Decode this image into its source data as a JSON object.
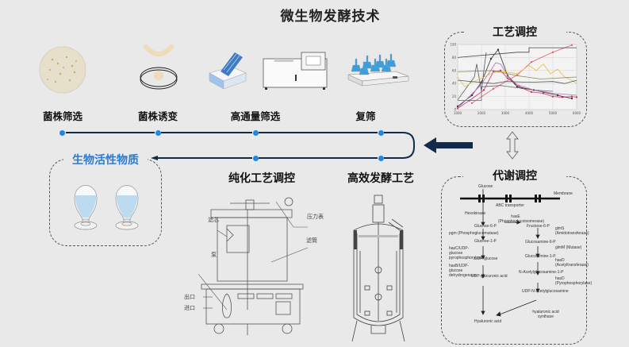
{
  "title": "微生物发酵技术",
  "top_steps": [
    {
      "label": "菌株筛选",
      "icon": "petri-dish-colonies-icon"
    },
    {
      "label": "菌株诱变",
      "icon": "petri-dish-mutation-icon"
    },
    {
      "label": "高通量筛选",
      "icon": "high-throughput-screener-icon"
    },
    {
      "label": "复筛",
      "icon": "shaker-flasks-icon"
    }
  ],
  "bottom_steps": [
    {
      "label": "纯化工艺调控",
      "icon": "filter-purifier-icon"
    },
    {
      "label": "高效发酵工艺",
      "icon": "fermenter-tank-icon"
    }
  ],
  "product": {
    "label": "生物活性物质",
    "icon": "powder-flasks-icon"
  },
  "process_control": {
    "label": "工艺调控"
  },
  "metabolic_control": {
    "label": "代谢调控",
    "pathway": {
      "membrane": "Membrane",
      "glucose": "Glucose",
      "transporter": "ABC transporter",
      "left": [
        {
          "enzyme": "Hexokinase",
          "product": "Glucose-6-P"
        },
        {
          "enzyme": "pgm (Phosphoglucomutase)",
          "product": "Glucose-1-P"
        },
        {
          "enzyme": "hasC/UDP-glucose pyrophosphorylase",
          "product": "UDP-glucose"
        },
        {
          "enzyme": "hasB/UDP-glucose dehydrogenase",
          "product": "UDP-glucuronic acid"
        }
      ],
      "cross": {
        "enzyme": "hasE (Phosphoglucoisomerase)",
        "product": "Fructose-6-P"
      },
      "right": [
        {
          "enzyme": "glmS (Amidotransferase)",
          "product": "Glucosamine-6-P"
        },
        {
          "enzyme": "glmM (Mutase)",
          "product": "Glucosamine-1-P"
        },
        {
          "enzyme": "hasD (Acetyltransferase)",
          "product": "N-Acetylglucosamine-1-P"
        },
        {
          "enzyme": "hasD (Pyrophosphorylase)",
          "product": "UDP-N-acetylglucosamine"
        }
      ],
      "synthase": "hyaluronic acid synthase",
      "final": "Hyaluronic acid"
    }
  },
  "purifier_labels": {
    "filter_core": "滤芯",
    "pressure_gauge": "压力表",
    "filter_cartridge": "滤筒",
    "pump": "泵",
    "outlet": "出口",
    "inlet": "进口"
  },
  "colors": {
    "flow_line": "#142a4a",
    "node_dot": "#1e88e5",
    "product_title": "#2b7bd1",
    "background": "#e9e9e9"
  },
  "chart_data": {
    "type": "line",
    "title": "工艺调控",
    "xlabel": "",
    "ylabel": "",
    "x_ticks": [
      "1000",
      "2000",
      "3000",
      "4000",
      "5000",
      "6000"
    ],
    "y_ticks": [
      "0",
      "20",
      "40",
      "60",
      "80",
      "100"
    ],
    "xlim": [
      1000,
      6000
    ],
    "ylim": [
      0,
      100
    ],
    "grid": true,
    "series": [
      {
        "name": "pink-dots",
        "color": "#d0306a",
        "marker": true,
        "x": [
          1000,
          1500,
          2100,
          2500,
          2800,
          3100,
          3400,
          3700,
          4100,
          4600,
          5000,
          5400,
          5800,
          6000
        ],
        "y": [
          2,
          14,
          30,
          58,
          60,
          48,
          40,
          33,
          27,
          25,
          20,
          19,
          20,
          19
        ]
      },
      {
        "name": "pink-rising",
        "color": "#e06070",
        "marker": true,
        "x": [
          1600,
          2500,
          3500,
          4100,
          5000,
          5800
        ],
        "y": [
          10,
          32,
          53,
          73,
          88,
          99
        ]
      },
      {
        "name": "black-peak",
        "color": "#333333",
        "marker": true,
        "x": [
          1000,
          1600,
          2000,
          2400,
          2700,
          3100,
          3500,
          4200,
          5200,
          5800
        ],
        "y": [
          5,
          22,
          42,
          78,
          92,
          52,
          35,
          30,
          22,
          17
        ]
      },
      {
        "name": "grey-spike",
        "color": "#555555",
        "marker": false,
        "x": [
          1000,
          1700,
          1800,
          2000,
          2100,
          2200
        ],
        "y": [
          15,
          50,
          70,
          28,
          60,
          88
        ]
      },
      {
        "name": "violet-peak",
        "color": "#b070c0",
        "marker": false,
        "x": [
          1000,
          1900,
          2300,
          2600,
          2800,
          3100,
          3500,
          4200,
          5000,
          6000
        ],
        "y": [
          2,
          35,
          55,
          72,
          70,
          52,
          38,
          30,
          25,
          22
        ]
      },
      {
        "name": "yellow-noisy",
        "color": "#e8c040",
        "marker": false,
        "x": [
          1000,
          1300,
          1600,
          2000,
          2500,
          3000,
          3500,
          4000,
          4300,
          4600,
          4900,
          5200,
          5500,
          5800,
          6000
        ],
        "y": [
          50,
          35,
          42,
          48,
          57,
          58,
          55,
          68,
          60,
          70,
          55,
          62,
          50,
          45,
          40
        ]
      },
      {
        "name": "grey-flat-high",
        "color": "#444444",
        "marker": false,
        "x": [
          1000,
          3500,
          4000,
          4000,
          6000
        ],
        "y": [
          80,
          88,
          88,
          95,
          95
        ]
      },
      {
        "name": "grey-baseline",
        "color": "#555555",
        "marker": false,
        "x": [
          1000,
          2500,
          3000,
          4000,
          5000,
          5500,
          6000
        ],
        "y": [
          45,
          40,
          43,
          42,
          43,
          40,
          45
        ]
      },
      {
        "name": "grey-step",
        "color": "#666666",
        "marker": false,
        "x": [
          1000,
          2000,
          2000,
          2800,
          3600,
          4200,
          5000
        ],
        "y": [
          14,
          14,
          35,
          37,
          33,
          30,
          28
        ]
      },
      {
        "name": "olive-line",
        "color": "#8a8a50",
        "marker": false,
        "x": [
          1000,
          2500,
          3500,
          4500,
          6000
        ],
        "y": [
          58,
          60,
          52,
          47,
          50
        ]
      }
    ]
  }
}
